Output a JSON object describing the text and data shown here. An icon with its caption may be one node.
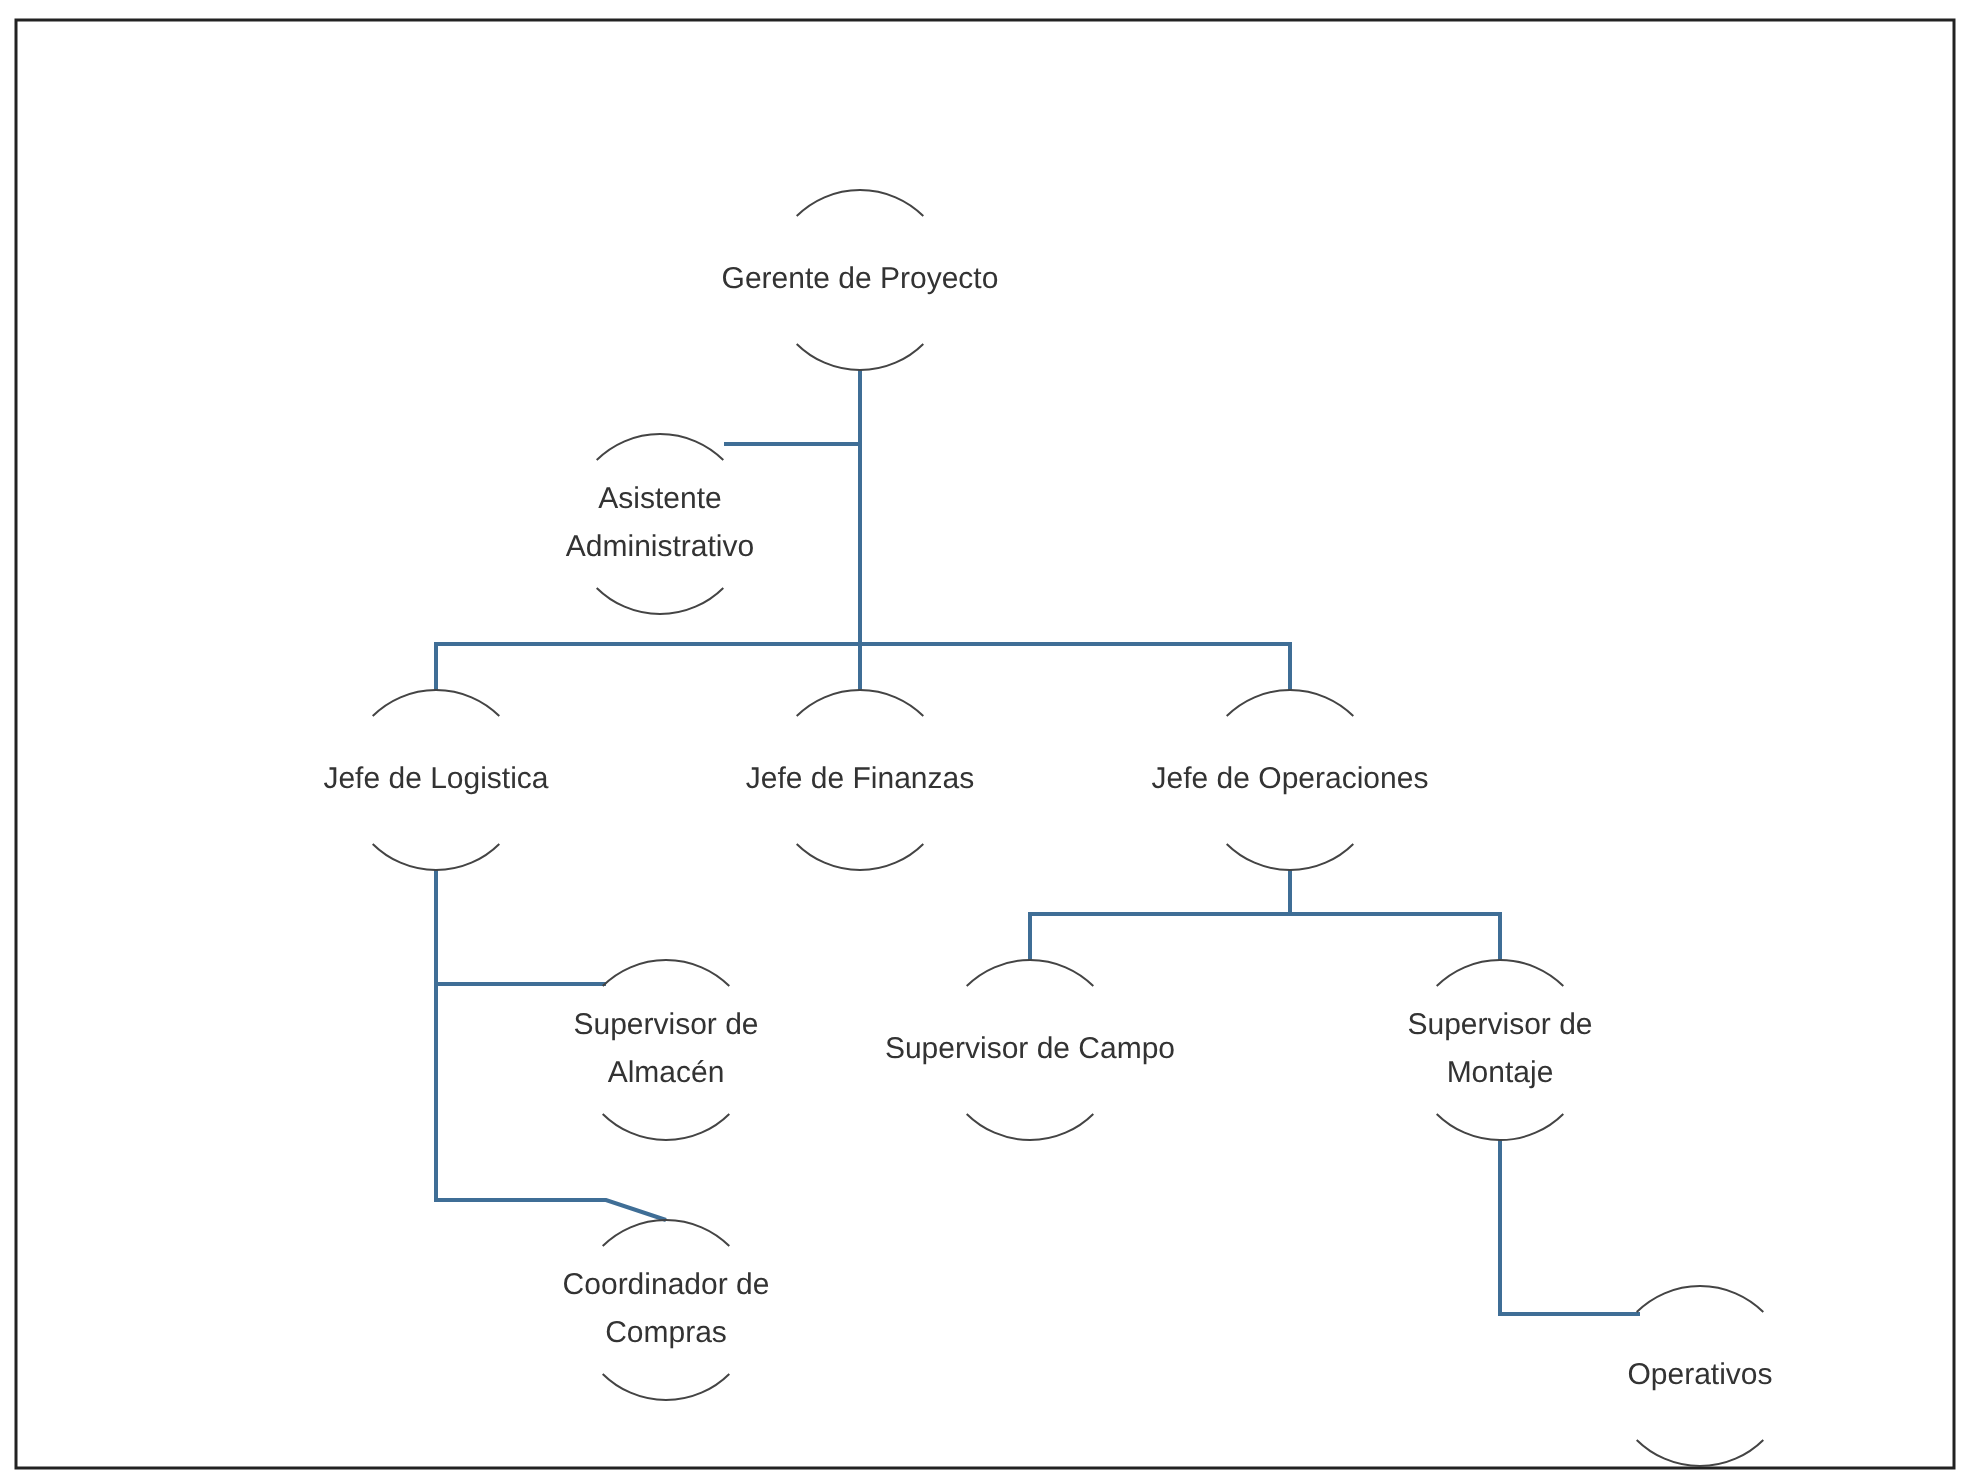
{
  "diagram": {
    "nodes": [
      {
        "text": [
          "Gerente de Proyecto"
        ]
      },
      {
        "text": [
          "Asistente Administrativo"
        ]
      },
      {
        "text": [
          "Jefe de Logistica"
        ]
      },
      {
        "text": [
          "Jefe de Finanzas"
        ]
      },
      {
        "text": [
          "Jefe de Operaciones"
        ]
      },
      {
        "text": [
          "Supervisor de Almacén"
        ]
      },
      {
        "text": [
          "Supervisor de Campo"
        ]
      },
      {
        "text": [
          "Supervisor de Montaje"
        ]
      },
      {
        "text": [
          "Coordinador de Compras"
        ]
      },
      {
        "text": [
          "Operativos"
        ]
      }
    ],
    "edges": [
      {
        "from": 0,
        "to": 1,
        "arrow": "none"
      },
      {
        "from": 0,
        "to": 2,
        "arrow": "none"
      },
      {
        "from": 0,
        "to": 3,
        "arrow": "none"
      },
      {
        "from": 0,
        "to": 4,
        "arrow": "none"
      },
      {
        "from": 2,
        "to": 5,
        "arrow": "none"
      },
      {
        "from": 2,
        "to": 8,
        "arrow": "none"
      },
      {
        "from": 4,
        "to": 6,
        "arrow": "none"
      },
      {
        "from": 4,
        "to": 7,
        "arrow": "none"
      },
      {
        "from": 7,
        "to": 9,
        "arrow": "none"
      }
    ]
  }
}
